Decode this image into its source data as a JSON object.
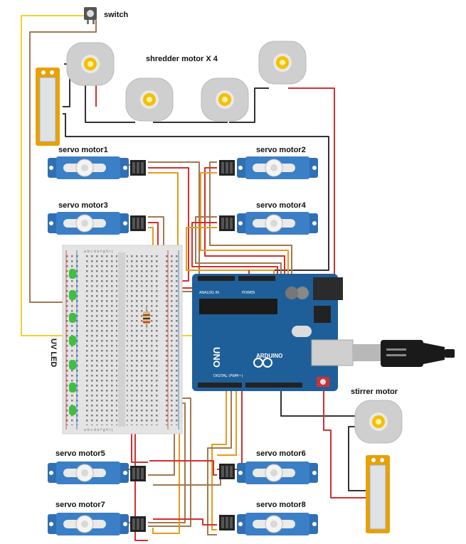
{
  "labels": {
    "switch": "switch",
    "shredder": "shredder motor X 4",
    "servo1": "servo motor1",
    "servo2": "servo motor2",
    "servo3": "servo motor3",
    "servo4": "servo motor4",
    "servo5": "servo motor5",
    "servo6": "servo motor6",
    "servo7": "servo motor7",
    "servo8": "servo motor8",
    "stirrer": "stirrer motor",
    "uvled": "UV LED"
  },
  "board": {
    "brand": "ARDUINO",
    "model": "UNO",
    "analog_label": "ANALOG IN",
    "power_label": "POWER",
    "digital_label": "DIGITAL (PWM~)",
    "breadboard_cols": "a b c d e   f g h i j"
  },
  "colors": {
    "wire_red": "#d32f2f",
    "wire_brown": "#a1784f",
    "wire_orange": "#e89a1e",
    "wire_black": "#333333",
    "wire_yellow": "#f2d22b",
    "servo_blue": "#2f6fb5",
    "board_blue": "#1f5f99",
    "motor_gear": "#f5c000",
    "battery_frame": "#e8a100",
    "led_green": "#3fbf3f"
  }
}
